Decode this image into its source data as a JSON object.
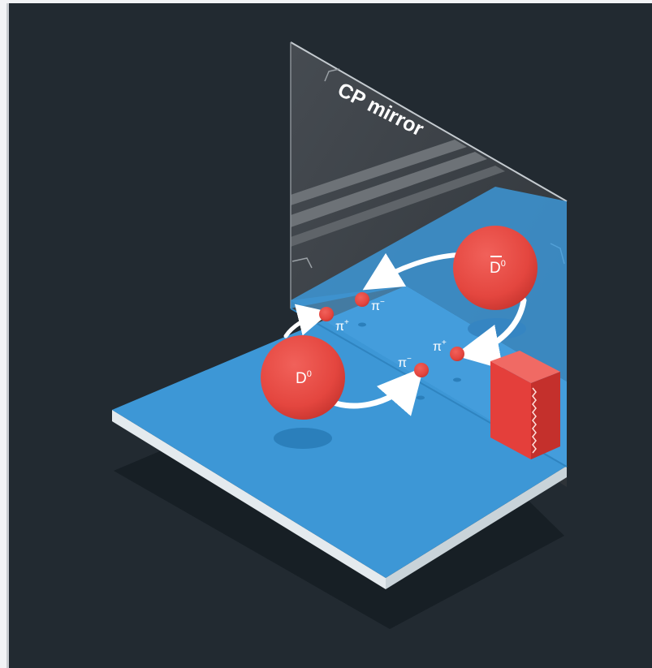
{
  "mirror": {
    "label": "CP mirror"
  },
  "particles": {
    "d0": {
      "symbol": "D",
      "superscript": "0"
    },
    "d0bar": {
      "symbol": "D",
      "superscript": "0"
    },
    "pions": [
      {
        "symbol": "π",
        "superscript": "+"
      },
      {
        "symbol": "π",
        "superscript": "−"
      },
      {
        "symbol": "π",
        "superscript": "−"
      },
      {
        "symbol": "π",
        "superscript": "+"
      }
    ]
  },
  "colors": {
    "background": "#222a31",
    "frame": "#f2f3f5",
    "floor": "#3d97d6",
    "floor_edge": "#e4eaee",
    "shadow": "#171f25",
    "mirror_glass": "#3a3f44",
    "particle": "#e94b46",
    "particle_dark": "#c9352f",
    "arrow": "#ffffff",
    "detector": "#e43f3b"
  },
  "icons": {
    "detector": "detector-block-icon",
    "arrow": "curved-arrow-icon"
  }
}
